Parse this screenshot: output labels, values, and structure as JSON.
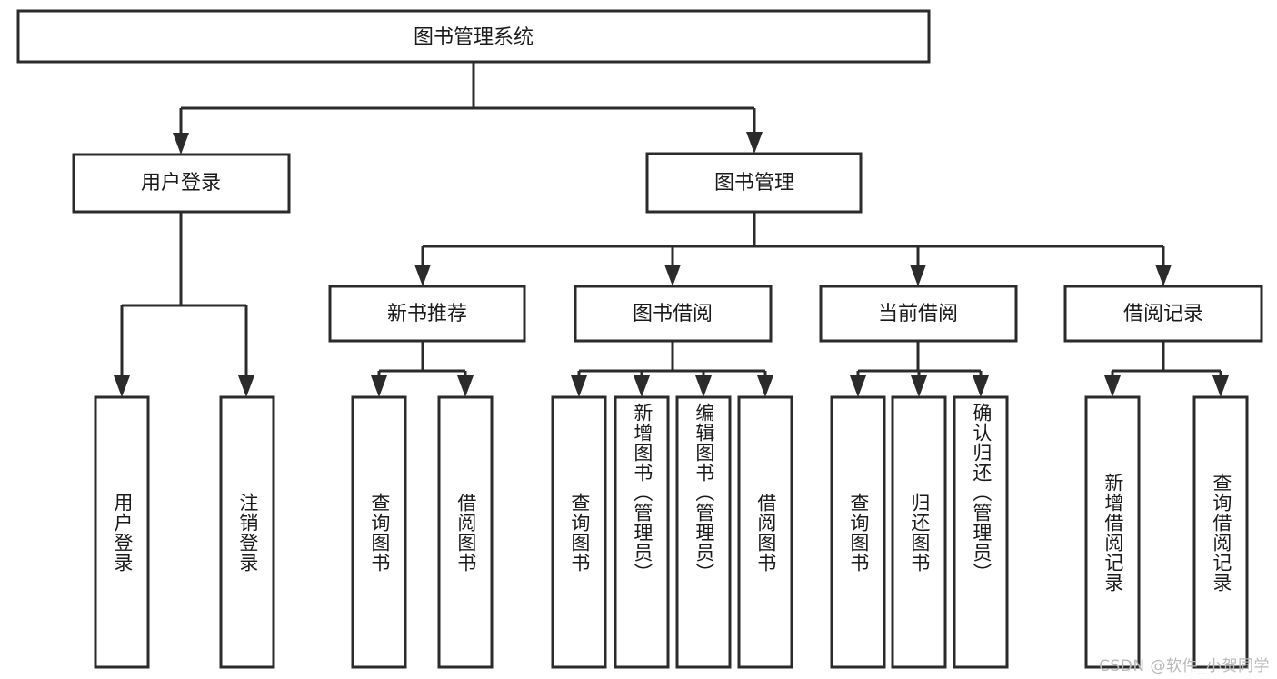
{
  "diagram": {
    "type": "tree",
    "title": "图书管理系统",
    "watermark": "CSDN @软件_小贺同学",
    "colors": {
      "box_stroke": "#2b2b2b",
      "box_fill": "#ffffff",
      "text": "#1a1a1a",
      "background": "#ffffff",
      "watermark": "#b9b9b9"
    },
    "levels": {
      "root": "图书管理系统",
      "level2": [
        "用户登录",
        "图书管理"
      ],
      "level3": [
        "新书推荐",
        "图书借阅",
        "当前借阅",
        "借阅记录"
      ]
    },
    "nodes": {
      "root": {
        "label": "图书管理系统"
      },
      "user_login": {
        "label": "用户登录"
      },
      "book_mgmt": {
        "label": "图书管理"
      },
      "new_book_rec": {
        "label": "新书推荐"
      },
      "book_borrow": {
        "label": "图书借阅"
      },
      "current_borrow": {
        "label": "当前借阅"
      },
      "borrow_record": {
        "label": "借阅记录"
      },
      "leaf_user_login": {
        "label": "用户登录"
      },
      "leaf_logout": {
        "label": "注销登录"
      },
      "leaf_query_book_1": {
        "label": "查询图书"
      },
      "leaf_borrow_book_1": {
        "label": "借阅图书"
      },
      "leaf_query_book_2": {
        "label": "查询图书"
      },
      "leaf_add_book": {
        "label": "新增图书（管理员）"
      },
      "leaf_edit_book": {
        "label": "编辑图书（管理员）"
      },
      "leaf_borrow_book_2": {
        "label": "借阅图书"
      },
      "leaf_query_book_3": {
        "label": "查询图书"
      },
      "leaf_return_book": {
        "label": "归还图书"
      },
      "leaf_confirm_return": {
        "label": "确认归还（管理员）"
      },
      "leaf_add_record": {
        "label": "新增借阅记录"
      },
      "leaf_query_record": {
        "label": "查询借阅记录"
      }
    },
    "edges": [
      {
        "from": "root",
        "to": "user_login"
      },
      {
        "from": "root",
        "to": "book_mgmt"
      },
      {
        "from": "user_login",
        "to": "leaf_user_login"
      },
      {
        "from": "user_login",
        "to": "leaf_logout"
      },
      {
        "from": "book_mgmt",
        "to": "new_book_rec"
      },
      {
        "from": "book_mgmt",
        "to": "book_borrow"
      },
      {
        "from": "book_mgmt",
        "to": "current_borrow"
      },
      {
        "from": "book_mgmt",
        "to": "borrow_record"
      },
      {
        "from": "new_book_rec",
        "to": "leaf_query_book_1"
      },
      {
        "from": "new_book_rec",
        "to": "leaf_borrow_book_1"
      },
      {
        "from": "book_borrow",
        "to": "leaf_query_book_2"
      },
      {
        "from": "book_borrow",
        "to": "leaf_add_book"
      },
      {
        "from": "book_borrow",
        "to": "leaf_edit_book"
      },
      {
        "from": "book_borrow",
        "to": "leaf_borrow_book_2"
      },
      {
        "from": "current_borrow",
        "to": "leaf_query_book_3"
      },
      {
        "from": "current_borrow",
        "to": "leaf_return_book"
      },
      {
        "from": "current_borrow",
        "to": "leaf_confirm_return"
      },
      {
        "from": "borrow_record",
        "to": "leaf_add_record"
      },
      {
        "from": "borrow_record",
        "to": "leaf_query_record"
      }
    ]
  }
}
